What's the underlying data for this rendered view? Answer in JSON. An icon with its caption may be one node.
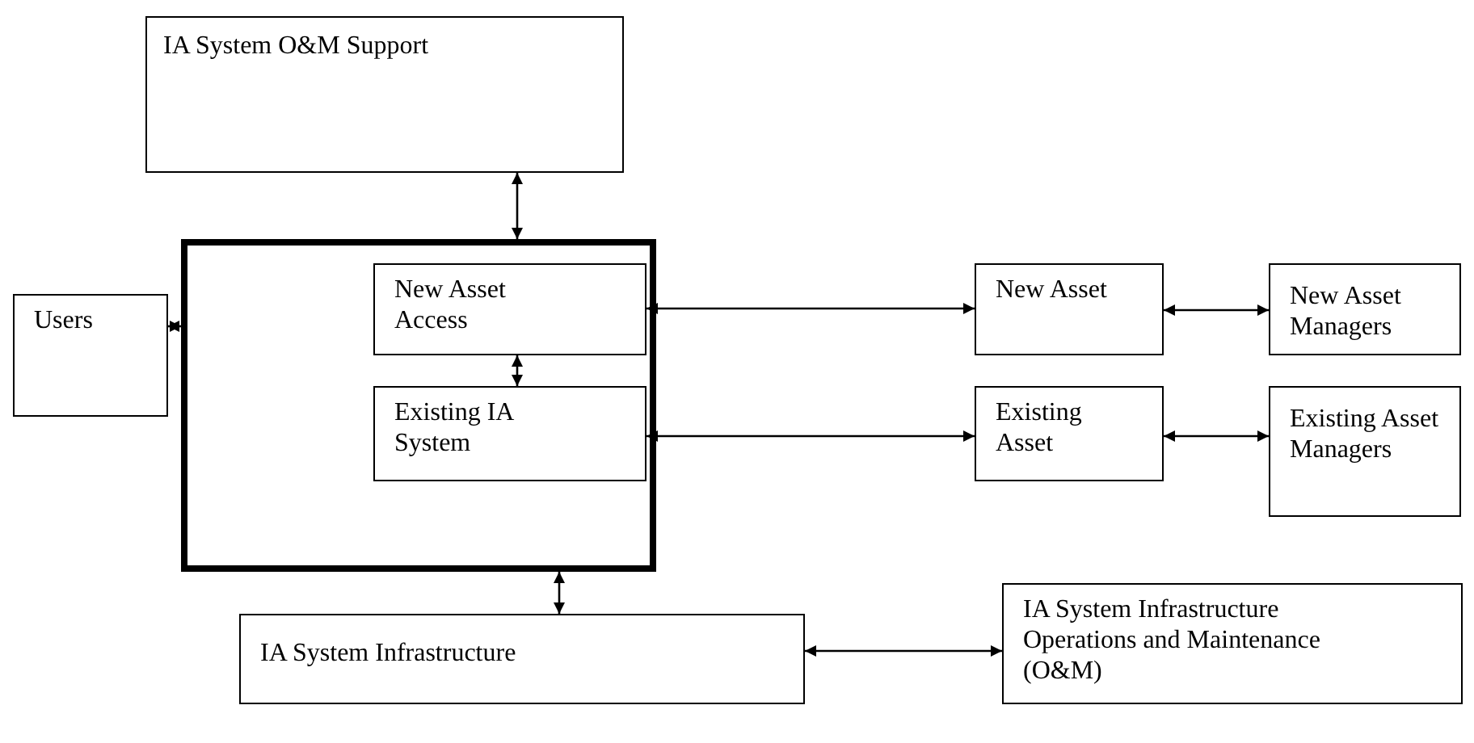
{
  "diagram": {
    "nodes": [
      {
        "text": [
          "IA System O&M Support"
        ]
      },
      {
        "text": [],
        "shape": "box"
      },
      {
        "text": [
          "Users"
        ]
      },
      {
        "text": [
          "New Asset Access"
        ],
        "in": 1
      },
      {
        "text": [
          "Existing IA System"
        ],
        "in": 1
      },
      {
        "text": [
          "New Asset"
        ]
      },
      {
        "text": [
          "New Asset Managers"
        ]
      },
      {
        "text": [
          "Existing Asset"
        ]
      },
      {
        "text": [
          "Existing Asset Managers"
        ]
      },
      {
        "text": [
          "IA System Infrastructure"
        ]
      },
      {
        "text": [
          "IA System Infrastructure Operations and Maintenance (O&M)"
        ]
      }
    ],
    "edges": [
      {
        "from": 0,
        "to": 1,
        "arrow": "both"
      },
      {
        "from": 2,
        "to": 1,
        "arrow": "both"
      },
      {
        "from": 3,
        "to": 4,
        "arrow": "both"
      },
      {
        "from": 3,
        "to": 5,
        "arrow": "both"
      },
      {
        "from": 5,
        "to": 6,
        "arrow": "both"
      },
      {
        "from": 4,
        "to": 7,
        "arrow": "both"
      },
      {
        "from": 7,
        "to": 8,
        "arrow": "both"
      },
      {
        "from": 1,
        "to": 9,
        "arrow": "both"
      },
      {
        "from": 9,
        "to": 10,
        "arrow": "both"
      }
    ]
  }
}
